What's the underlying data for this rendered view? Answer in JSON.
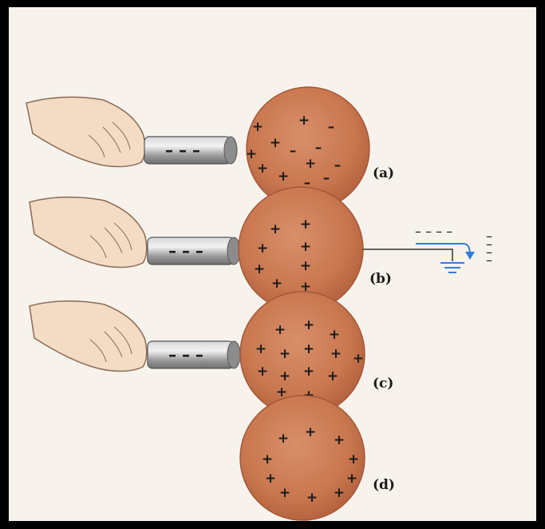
{
  "colors": {
    "sphere_fill": "#c9774f",
    "sphere_edge": "#a3583a",
    "rod": "#9a9a9a",
    "hand": "#f4dcc4",
    "ground_arrow": "#2f7ed8",
    "background": "#f7f3ec",
    "frame_border": "#000000"
  },
  "panels": [
    {
      "id": "a",
      "label": "(a)",
      "rod_charge": "– – –",
      "has_hand": true,
      "grounded": false,
      "signs": [
        "+",
        "+",
        "–",
        "+",
        "–",
        "–",
        "+",
        "+",
        "–",
        "–",
        "+",
        "+",
        "–"
      ]
    },
    {
      "id": "b",
      "label": "(b)",
      "rod_charge": "– – –",
      "has_hand": true,
      "grounded": true,
      "signs": [
        "+",
        "+",
        "+",
        "+",
        "+",
        "+",
        "+",
        "+"
      ]
    },
    {
      "id": "c",
      "label": "(c)",
      "rod_charge": "– – –",
      "has_hand": true,
      "grounded": false,
      "signs": [
        "+",
        "+",
        "+",
        "+",
        "+",
        "+",
        "+",
        "+",
        "+",
        "+",
        "+",
        "+",
        "+",
        "+"
      ]
    },
    {
      "id": "d",
      "label": "(d)",
      "rod_charge": "",
      "has_hand": false,
      "grounded": false,
      "signs": [
        "+",
        "+",
        "+",
        "+",
        "+",
        "+",
        "+",
        "+",
        "+",
        "+"
      ]
    }
  ],
  "ground_flow": {
    "charges": "– – – –",
    "side_charges": [
      "–",
      "–",
      "–",
      "–"
    ],
    "icon": "ground-icon",
    "arrow_icon": "curved-arrow-icon"
  }
}
